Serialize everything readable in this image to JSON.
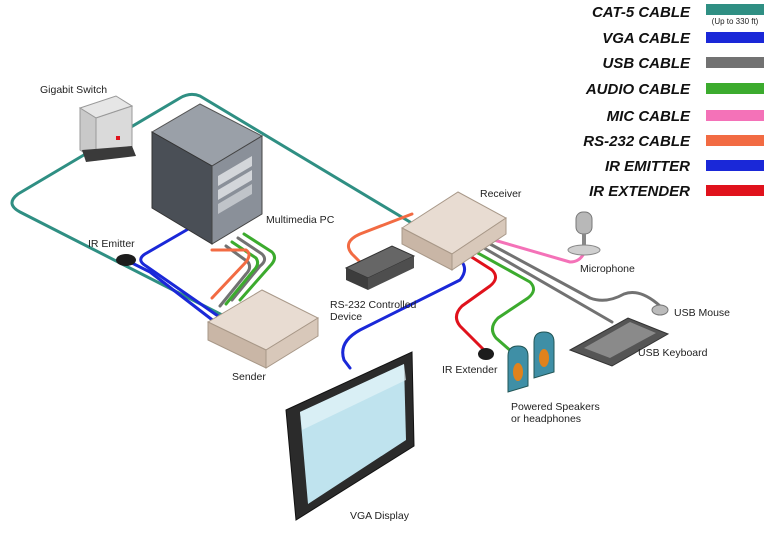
{
  "legend": {
    "items": [
      {
        "label": "CAT-5 CABLE",
        "color": "#2f8f83",
        "note": "(Up to 330 ft)"
      },
      {
        "label": "VGA CABLE",
        "color": "#1a28d8"
      },
      {
        "label": "USB CABLE",
        "color": "#727272"
      },
      {
        "label": "AUDIO CABLE",
        "color": "#3cab2e"
      },
      {
        "label": "MIC CABLE",
        "color": "#f472b8"
      },
      {
        "label": "RS-232 CABLE",
        "color": "#f26b43"
      },
      {
        "label": "IR EMITTER",
        "color": "#1a28d8"
      },
      {
        "label": "IR EXTENDER",
        "color": "#e0121c"
      }
    ]
  },
  "labels": {
    "gigabit_switch": "Gigabit Switch",
    "multimedia_pc": "Multimedia PC",
    "ir_emitter": "IR Emitter",
    "sender": "Sender",
    "receiver": "Receiver",
    "microphone": "Microphone",
    "rs232_line1": "RS-232 Controlled",
    "rs232_line2": "Device",
    "usb_mouse": "USB Mouse",
    "usb_keyboard": "USB Keyboard",
    "ir_extender": "IR Extender",
    "speakers_line1": "Powered Speakers",
    "speakers_line2": "or headphones",
    "vga_display": "VGA Display"
  }
}
